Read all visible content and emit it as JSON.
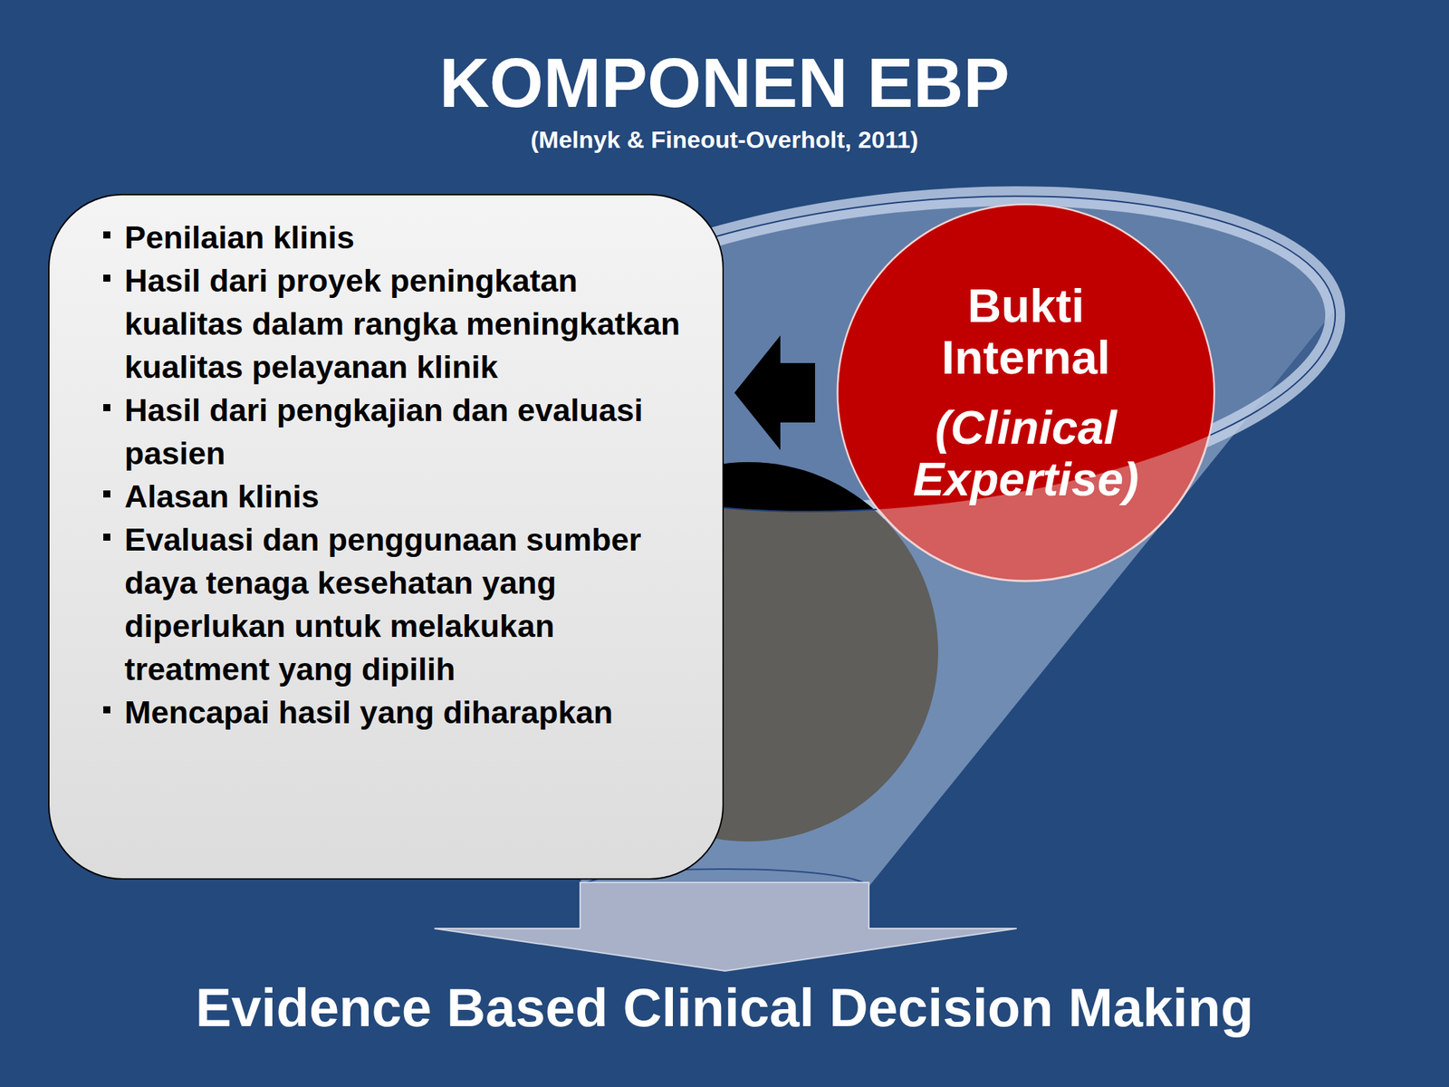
{
  "diagram": {
    "title": "KOMPONEN EBP",
    "nodes": [
      {
        "text": [
          "Penilaian klinis",
          "Hasil dari proyek peningkatan kualitas dalam rangka meningkatkan kualitas pelayanan klinik",
          "Hasil dari pengkajian dan evaluasi pasien",
          "Alasan klinis",
          "Evaluasi dan penggunaan sumber daya tenaga kesehatan yang diperlukan untuk melakukan treatment yang dipilih",
          "Mencapai hasil yang diharapkan"
        ]
      },
      {
        "text": [
          "Bukti Internal",
          "(Clinical Expertise)"
        ]
      }
    ],
    "edges": [
      {
        "from": 1,
        "to": 0,
        "arrow": "to"
      }
    ],
    "labels": [
      "(Melnyk & Fineout-Overholt, 2011)",
      "Evidence Based Clinical Decision Making"
    ]
  }
}
